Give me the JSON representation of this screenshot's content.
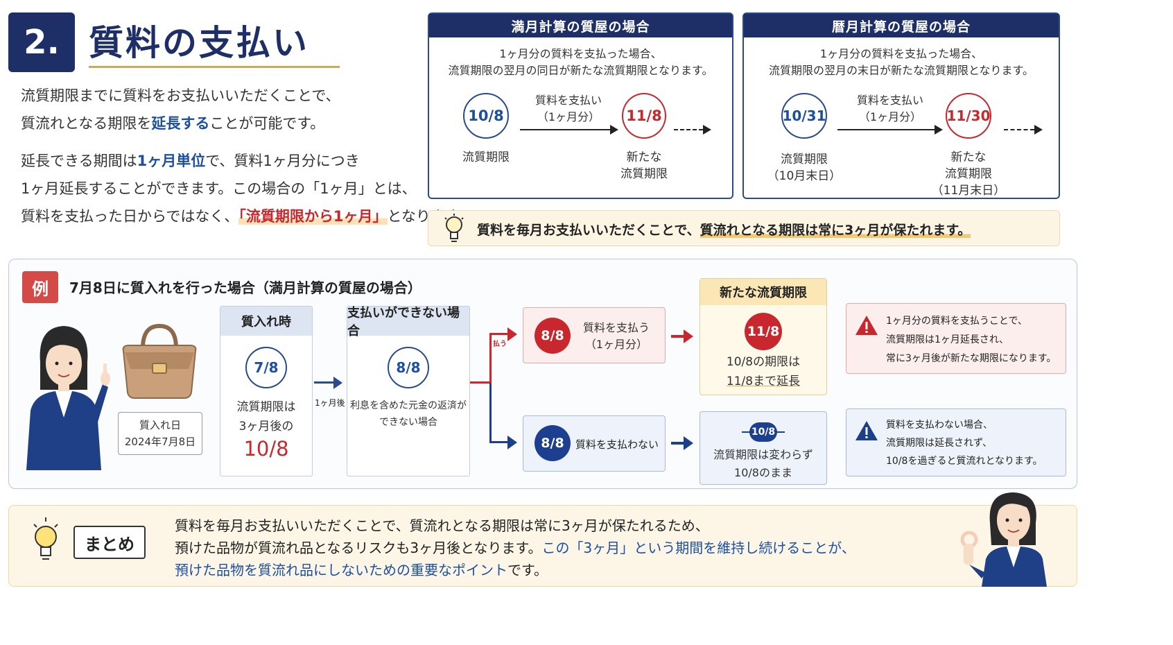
{
  "header": {
    "number": "2.",
    "title": "質料の支払い"
  },
  "intro": {
    "line1": "流質期限までに質料をお支払いいただくことで、",
    "line2_pre": "質流れとなる期限を",
    "line2_hl": "延長する",
    "line2_post": "ことが可能です。",
    "line3_pre": "延長できる期間は",
    "line3_hl": "1ヶ月単位",
    "line3_post": "で、質料1ヶ月分につき",
    "line4": "1ヶ月延長することができます。この場合の「1ヶ月」とは、",
    "line5_pre": "質料を支払った日からではなく、",
    "line5_hl": "「流質期限から1ヶ月」",
    "line5_post": "となります。"
  },
  "mangetsu": {
    "title": "満月計算の質屋の場合",
    "desc1": "1ヶ月分の質料を支払った場合、",
    "desc2": "流質期限の翌月の同日が新たな流質期限となります。",
    "from_date": "10/8",
    "from_label": "流質期限",
    "arrow_label1": "質料を支払い",
    "arrow_label2": "（1ヶ月分）",
    "to_date": "11/8",
    "to_label1": "新たな",
    "to_label2": "流質期限"
  },
  "rekigetsu": {
    "title": "暦月計算の質屋の場合",
    "desc1": "1ヶ月分の質料を支払った場合、",
    "desc2": "流質期限の翌月の末日が新たな流質期限となります。",
    "from_date": "10/31",
    "from_label1": "流質期限",
    "from_label2": "（10月末日）",
    "arrow_label1": "質料を支払い",
    "arrow_label2": "（1ヶ月分）",
    "to_date": "11/30",
    "to_label1": "新たな",
    "to_label2": "流質期限",
    "to_label3": "（11月末日）"
  },
  "tip": {
    "text_pre": "質料を毎月お支払いいただくことで、",
    "text_hl": "質流れとなる期限は常に3ヶ月が保たれます。"
  },
  "example": {
    "badge": "例",
    "title": "7月8日に質入れを行った場合（満月計算の質屋の場合）",
    "date_label1": "質入れ日",
    "date_label2": "2024年7月8日",
    "step1_head": "質入れ時",
    "step1_date": "7/8",
    "step1_text1": "流質期限は",
    "step1_text2": "3ヶ月後の",
    "step1_deadline": "10/8",
    "one_month_after": "1ヶ月後",
    "step2_head": "支払いができない場合",
    "step2_date": "8/8",
    "step2_text1": "利息を含めた元金の返済が",
    "step2_text2": "できない場合",
    "branch_label": "払う",
    "pay_date": "8/8",
    "pay_text1": "質料を支払う",
    "pay_text2": "（1ヶ月分）",
    "new_head": "新たな流質期限",
    "new_date": "11/8",
    "new_text1": "10/8の期限は",
    "new_text2": "11/8まで延長",
    "pay_note1": "1ヶ月分の質料を支払うことで、",
    "pay_note2": "流質期限は1ヶ月延長され、",
    "pay_note3": "常に3ヶ月後が新たな期限になります。",
    "nopay_date": "8/8",
    "nopay_text": "質料を支払わない",
    "same_date": "10/8",
    "same_text1": "流質期限は変わらず",
    "same_text2": "10/8のまま",
    "nopay_note1": "質料を支払わない場合、",
    "nopay_note2": "流質期限は延長されず、",
    "nopay_note3": "10/8を過ぎると質流れとなります。"
  },
  "summary": {
    "badge": "まとめ",
    "line1": "質料を毎月お支払いいただくことで、質流れとなる期限は常に3ヶ月が保たれるため、",
    "line2_pre": "預けた品物が質流れ品となるリスクも3ヶ月後となります。",
    "line2_hl": "この「3ヶ月」という期間を維持し続けることが、",
    "line3_hl": "預けた品物を質流れ品にしないための重要なポイント",
    "line3_post": "です。"
  },
  "colors": {
    "navy": "#1d2f66",
    "accent_red": "#c8282d",
    "accent_blue": "#1c4fa1",
    "gold": "#d6a84b"
  }
}
